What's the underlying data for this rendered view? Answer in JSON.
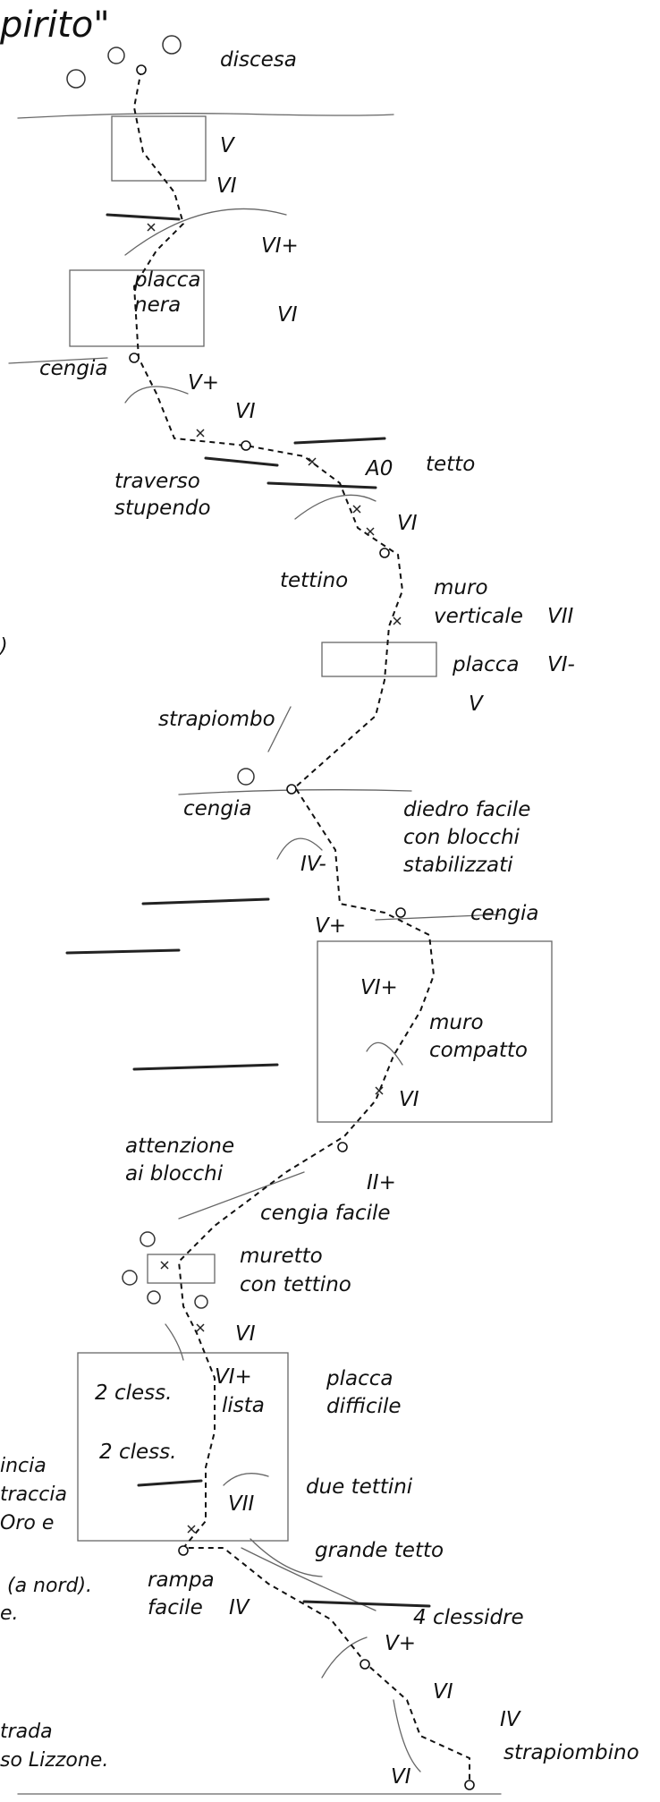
{
  "title": "pirito\"",
  "descent": "discesa",
  "features": {
    "placca_nera_1": "placca",
    "placca_nera_2": "nera",
    "cengia_1": "cengia",
    "traverso_1": "traverso",
    "traverso_2": "stupendo",
    "tetto": "tetto",
    "tettino": "tettino",
    "muro_vert_1": "muro",
    "muro_vert_2": "verticale",
    "placca_2": "placca",
    "strapiombo": "strapiombo",
    "cengia_2": "cengia",
    "diedro_1": "diedro facile",
    "diedro_2": "con blocchi",
    "diedro_3": "stabilizzati",
    "cengia_3": "cengia",
    "muro_comp_1": "muro",
    "muro_comp_2": "compatto",
    "attenzione_1": "attenzione",
    "attenzione_2": "ai blocchi",
    "cengia_facile": "cengia facile",
    "muretto_1": "muretto",
    "muretto_2": "con tettino",
    "placca_diff_1": "placca",
    "placca_diff_2": "difficile",
    "cless_1": "2 cless.",
    "cless_2": "2 cless.",
    "lista": "lista",
    "due_tettini": "due tettini",
    "grande_tetto": "grande tetto",
    "rampa_1": "rampa",
    "rampa_2": "facile",
    "clessidre": "4 clessidre",
    "strapiombino": "strapiombino"
  },
  "grades": {
    "g1": "V",
    "g2": "VI",
    "g3": "VI+",
    "g4": "VI",
    "g5": "V+",
    "g6": "VI",
    "g7": "A0",
    "g8": "VI",
    "g9": "VII",
    "g10": "VI-",
    "g11": "V",
    "g12": "IV-",
    "g13": "V+",
    "g14": "VI+",
    "g15": "VI",
    "g16": "II+",
    "g17": "VI",
    "g18": "VI+",
    "g19": "VII",
    "g20": "IV",
    "g21": "V+",
    "g22": "VI",
    "g23": "IV",
    "g24": "VI"
  },
  "cut_text": {
    "c1": "incia",
    "c2": "traccia",
    "c3": "Oro e",
    "c4": "(a nord).",
    "c5": "e.",
    "c6": "trada",
    "c7": "so Lizzone.",
    "c8": ")"
  }
}
